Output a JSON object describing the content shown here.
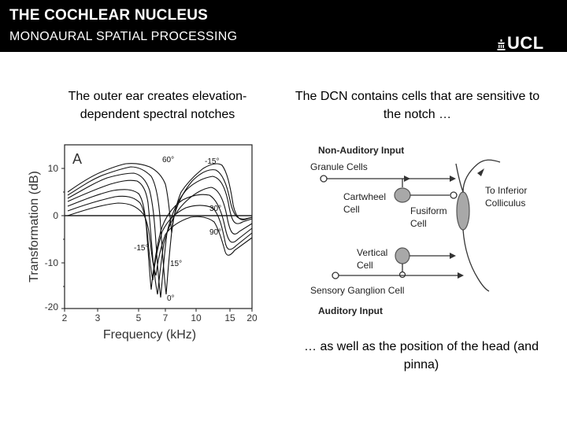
{
  "slide": {
    "title": "THE COCHLEAR NUCLEUS",
    "subtitle": "MONOAURAL SPATIAL PROCESSING",
    "logo": "UCL",
    "left_caption": "The outer ear creates elevation-dependent spectral notches",
    "right_caption": "The DCN contains cells that are sensitive to the notch …",
    "bottom_caption": "… as well as the position of the head (and pinna)"
  },
  "plot": {
    "panel_label": "A",
    "ylabel": "Transformation (dB)",
    "xlabel": "Frequency (kHz)",
    "yticks": [
      "10",
      "0",
      "-10",
      "-20"
    ],
    "xticks": [
      "2",
      "3",
      "5",
      "7",
      "10",
      "15",
      "20"
    ],
    "curve_labels": [
      "60°",
      "-15°",
      "30°",
      "90°",
      "-15°",
      "15°",
      "0°"
    ]
  },
  "diagram": {
    "labels": {
      "non_auditory": "Non-Auditory Input",
      "granule": "Granule Cells",
      "cartwheel": "Cartwheel Cell",
      "fusiform": "Fusiform Cell",
      "inferior": "To Inferior Colliculus",
      "vertical": "Vertical Cell",
      "sensory": "Sensory Ganglion Cell",
      "auditory": "Auditory Input"
    },
    "colors": {
      "cell_fill": "#a8a8a8",
      "cell_stroke": "#555555"
    }
  }
}
